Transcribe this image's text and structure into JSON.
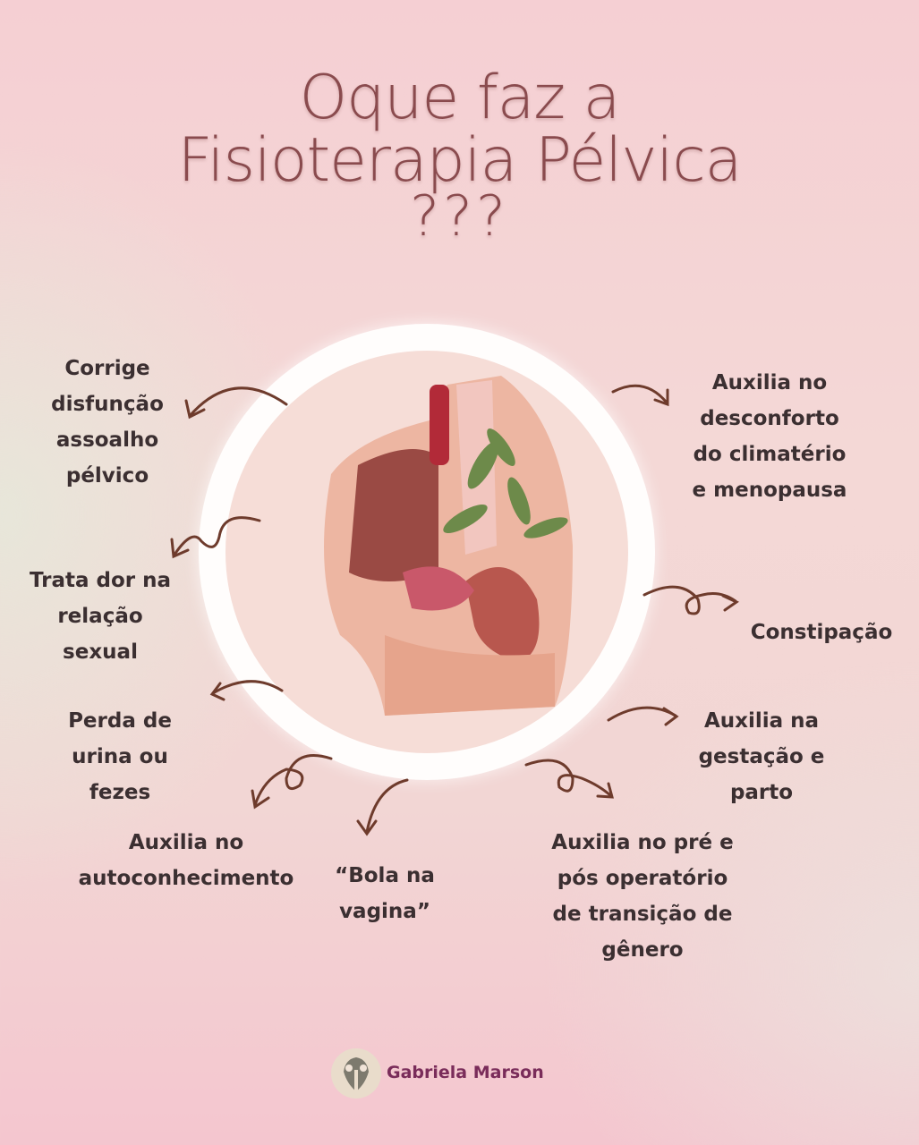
{
  "title": {
    "line1": "Oque faz a",
    "line2": "Fisioterapia Pélvica",
    "line3": "???"
  },
  "items": [
    {
      "lines": [
        "Corrige",
        "disfunção",
        "assoalho",
        "pélvico"
      ]
    },
    {
      "lines": [
        "Trata dor na",
        "relação",
        "sexual"
      ]
    },
    {
      "lines": [
        "Perda de",
        "urina ou",
        "fezes"
      ]
    },
    {
      "lines": [
        "Auxilia no",
        "autoconhecimento"
      ]
    },
    {
      "lines": [
        "“Bola na",
        "vagina”"
      ]
    },
    {
      "lines": [
        "Auxilia no pré e",
        "pós operatório",
        "de transição de",
        "gênero"
      ]
    },
    {
      "lines": [
        "Auxilia na",
        "gestação e",
        "parto"
      ]
    },
    {
      "lines": [
        "Constipação"
      ]
    },
    {
      "lines": [
        "Auxilia no",
        "desconforto",
        "do climatério",
        "e menopausa"
      ]
    }
  ],
  "brand": {
    "name": "Gabriela Marson"
  },
  "colors": {
    "title": "#8a4b4e",
    "text": "#3b2f31",
    "arrow": "#6e3b2c",
    "brand": "#7a2c5a"
  }
}
